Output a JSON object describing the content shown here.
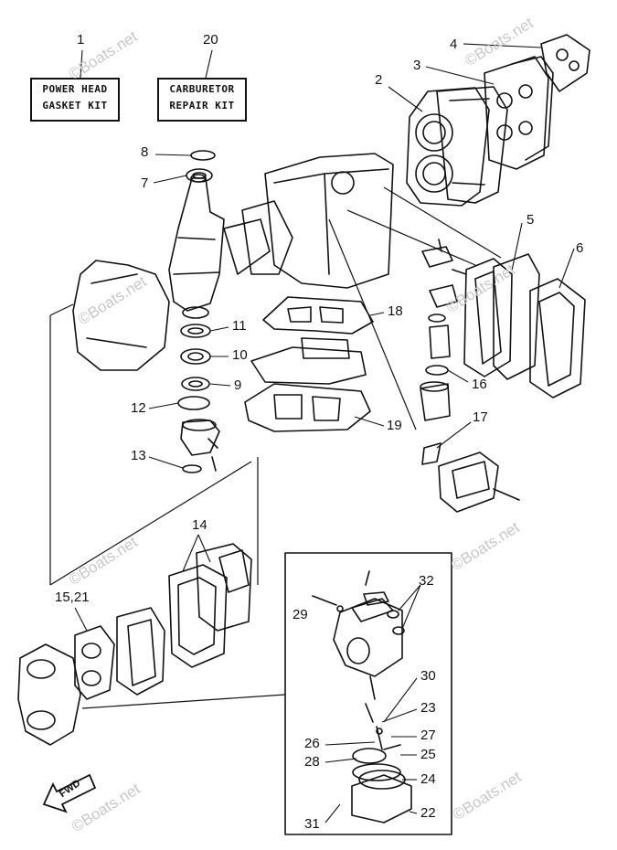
{
  "kits": {
    "powerhead": {
      "number": "1",
      "line1": "POWER HEAD",
      "line2": "GASKET KIT"
    },
    "carburetor": {
      "number": "20",
      "line1": "CARBURETOR",
      "line2": "REPAIR KIT"
    }
  },
  "callouts": {
    "n2": "2",
    "n3": "3",
    "n4": "4",
    "n5": "5",
    "n6": "6",
    "n7": "7",
    "n8": "8",
    "n9": "9",
    "n10": "10",
    "n11": "11",
    "n12": "12",
    "n13": "13",
    "n14": "14",
    "n15_21": "15,21",
    "n16": "16",
    "n17": "17",
    "n18": "18",
    "n19": "19",
    "n22": "22",
    "n23": "23",
    "n24": "24",
    "n25": "25",
    "n26": "26",
    "n27": "27",
    "n28": "28",
    "n29": "29",
    "n30": "30",
    "n31": "31",
    "n32": "32"
  },
  "fwd_label": "FWD",
  "watermark": "©Boats.net",
  "colors": {
    "ink": "#111111",
    "paper": "#ffffff",
    "watermark": "#c8c8c8"
  }
}
